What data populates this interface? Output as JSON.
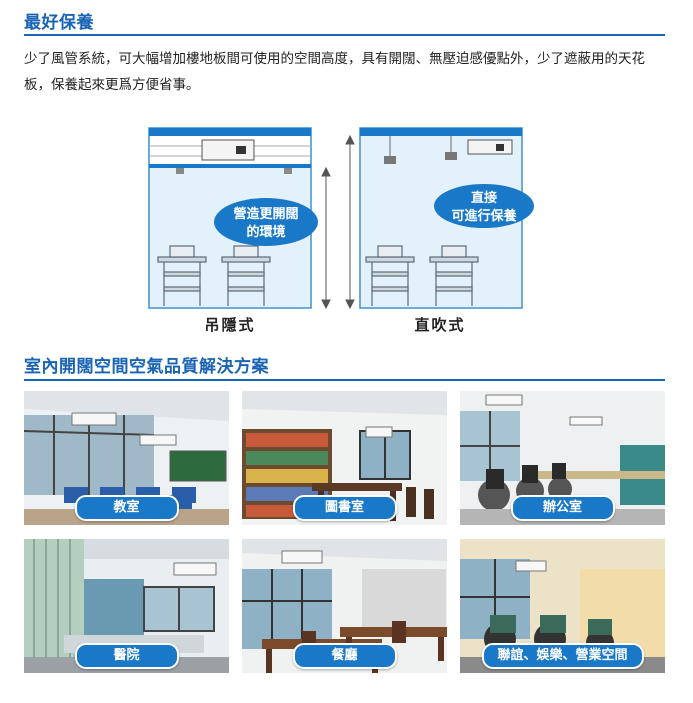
{
  "section1": {
    "title": "最好保養",
    "paragraph": "少了風管系統，可大幅增加樓地板間可使用的空間高度，具有開闊、無壓迫感優點外，少了遮蔽用的天花板，保養起來更爲方便省事。"
  },
  "diagram": {
    "left_caption": "吊隱式",
    "right_caption": "直吹式",
    "left_bubble": [
      "營造更開闊",
      "的環境"
    ],
    "right_bubble": [
      "直接",
      "可進行保養"
    ]
  },
  "section2": {
    "title": "室內開闊空間空氣品質解決方案",
    "tiles": [
      {
        "label": "教室"
      },
      {
        "label": "圖書室"
      },
      {
        "label": "辦公室"
      },
      {
        "label": "醫院"
      },
      {
        "label": "餐廳"
      },
      {
        "label": "聯誼、娛樂、營業空間"
      }
    ]
  },
  "colors": {
    "accent": "#1a64b4",
    "label_bg": "#1a78c8",
    "diagram_sky": "#dceefa"
  }
}
